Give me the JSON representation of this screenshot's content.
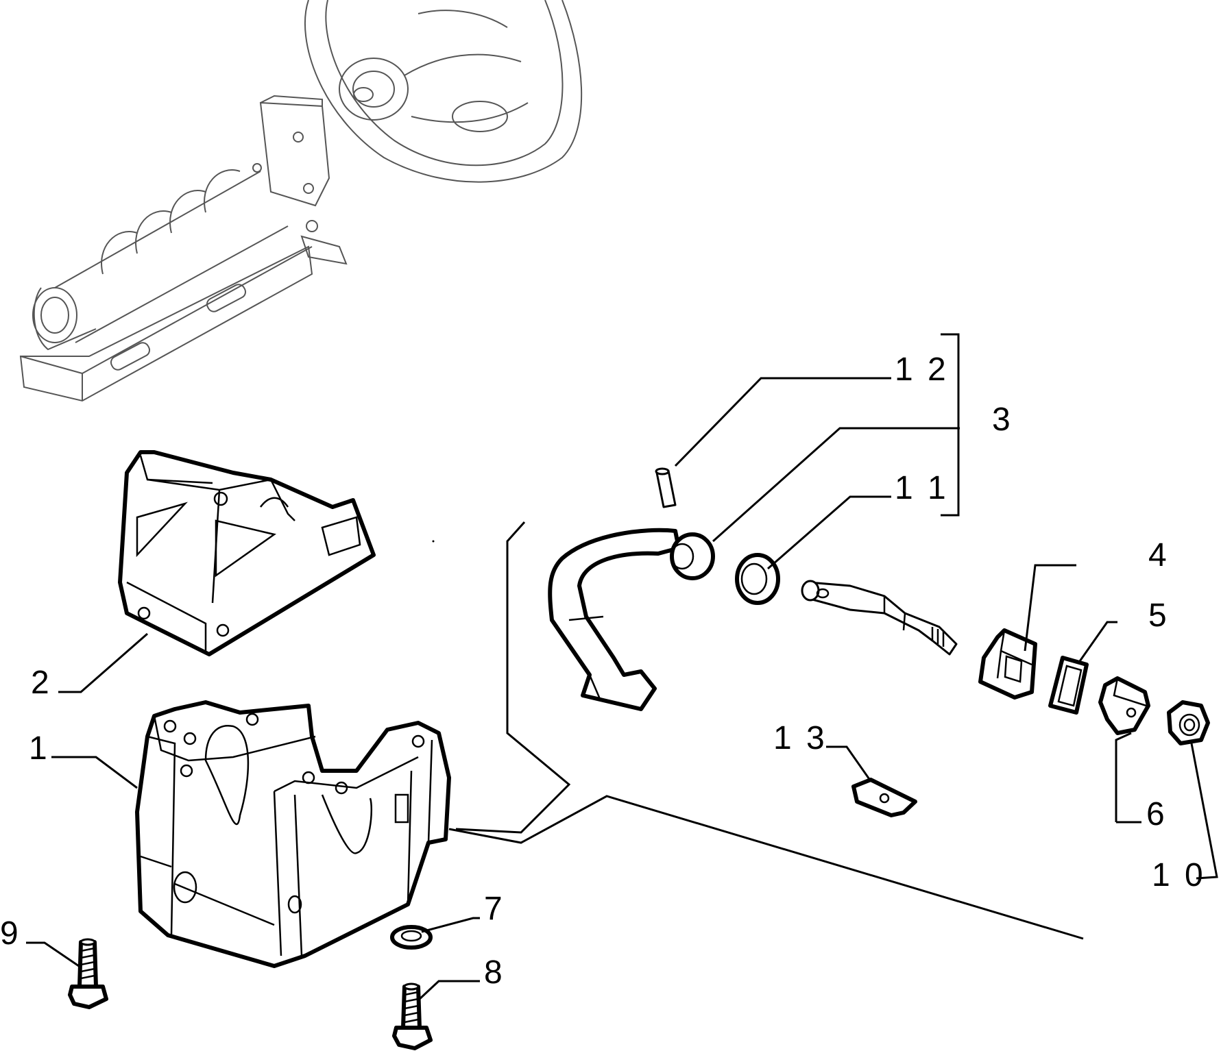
{
  "colors": {
    "line": "#000000",
    "context_line": "#555555",
    "background": "#ffffff"
  },
  "callouts": [
    {
      "id": "1",
      "label": "1"
    },
    {
      "id": "2",
      "label": "2"
    },
    {
      "id": "3",
      "label": "3"
    },
    {
      "id": "4",
      "label": "4"
    },
    {
      "id": "5",
      "label": "5"
    },
    {
      "id": "6",
      "label": "6"
    },
    {
      "id": "7",
      "label": "7"
    },
    {
      "id": "8",
      "label": "8"
    },
    {
      "id": "9",
      "label": "9"
    },
    {
      "id": "10",
      "label": "1 0"
    },
    {
      "id": "11",
      "label": "1 1"
    },
    {
      "id": "12",
      "label": "1 2"
    },
    {
      "id": "13",
      "label": "1 3"
    }
  ]
}
